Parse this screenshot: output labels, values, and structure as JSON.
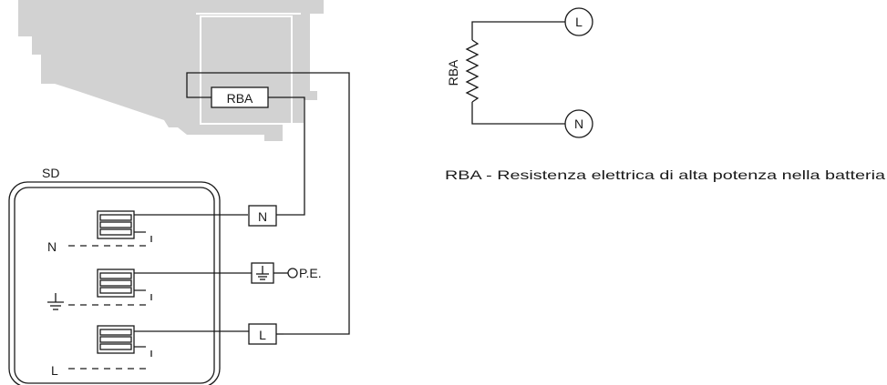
{
  "diagram": {
    "heater_label": "RBA",
    "panel_label": "SD",
    "terminals": {
      "neutral": "N",
      "line": "L"
    },
    "pe_label": "P.E.",
    "panel_terminal_labels": {
      "neutral": "N",
      "line": "L"
    },
    "schematic": {
      "resistor_label": "RBA",
      "top_node": "L",
      "bottom_node": "N"
    },
    "caption": "RBA - Resistenza elettrica di alta potenza nella batteria"
  },
  "colors": {
    "line": "#1a1a1a",
    "appliance_fill": "#d2d2d2"
  }
}
